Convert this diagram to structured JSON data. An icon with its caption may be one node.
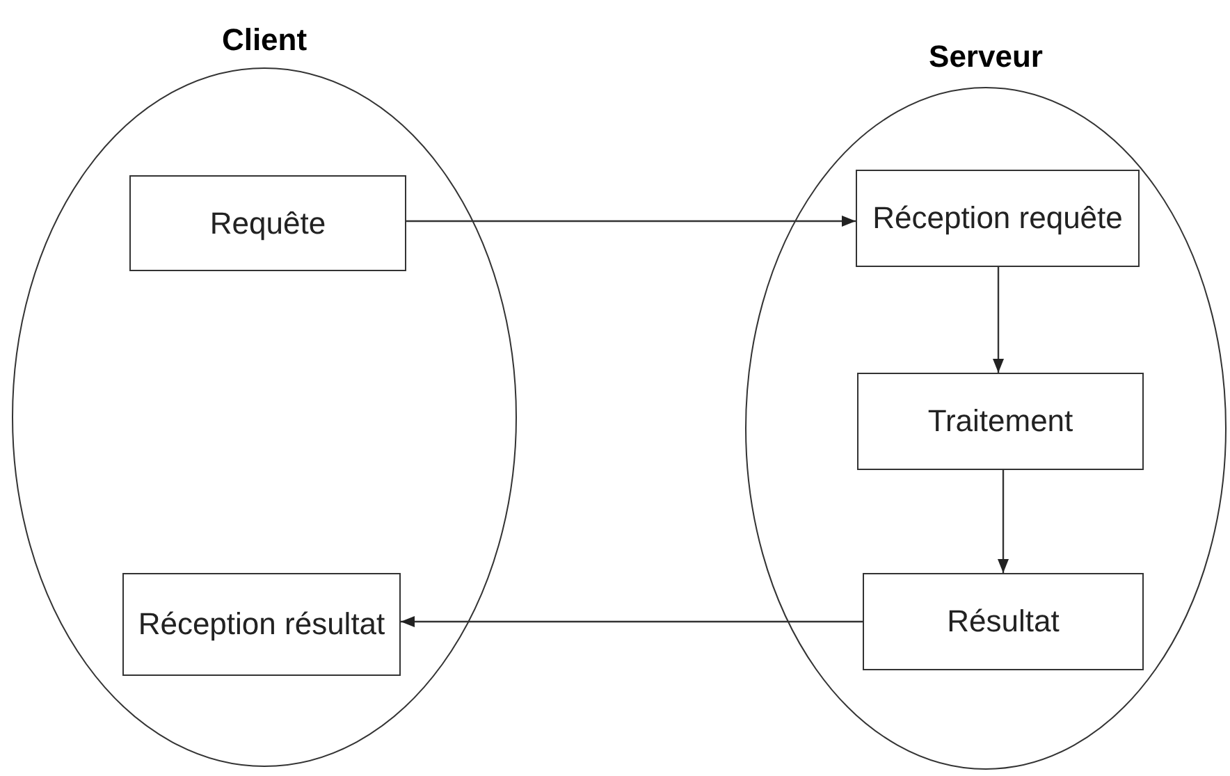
{
  "diagram": {
    "nodes": [
      {
        "text": [
          "Client"
        ]
      },
      {
        "text": [
          "Requête"
        ],
        "in": 0
      },
      {
        "text": [
          "Réception résultat"
        ],
        "in": 0
      },
      {
        "text": [
          "Serveur"
        ]
      },
      {
        "text": [
          "Réception requête"
        ],
        "in": 3
      },
      {
        "text": [
          "Traitement"
        ],
        "in": 3
      },
      {
        "text": [
          "Résultat"
        ],
        "in": 3
      }
    ],
    "edges": [
      {
        "from": 1,
        "to": 4,
        "arrow": "to"
      },
      {
        "from": 4,
        "to": 5,
        "arrow": "to"
      },
      {
        "from": 5,
        "to": 6,
        "arrow": "to"
      },
      {
        "from": 6,
        "to": 2,
        "arrow": "to"
      }
    ]
  }
}
